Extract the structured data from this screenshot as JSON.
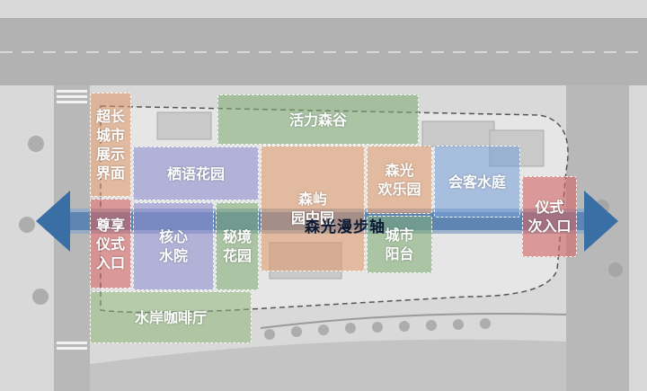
{
  "axis": {
    "label": "森光漫步轴",
    "color": "#3a6fa5"
  },
  "zones": {
    "display_interface": "超长\n城市\n展示\n界面",
    "vitality_valley": "活力森谷",
    "qiyu_garden": "栖语花园",
    "islet_garden": "森屿\n园中园",
    "joy_park": "森光\n欢乐园",
    "guest_courtyard": "会客水庭",
    "ceremonial_secondary_entrance": "仪式\n次入口",
    "honored_ceremonial_entrance": "尊享\n仪式\n入口",
    "core_water_court": "核心\n水院",
    "secret_garden": "秘境\n花园",
    "city_balcony": "城市\n阳台",
    "waterfront_cafe": "水岸咖啡厅"
  },
  "colors": {
    "orange": "#de9664",
    "green": "#7daa73",
    "purple": "#8c8ccd",
    "blue": "#78a0d7",
    "red": "#d26464"
  }
}
